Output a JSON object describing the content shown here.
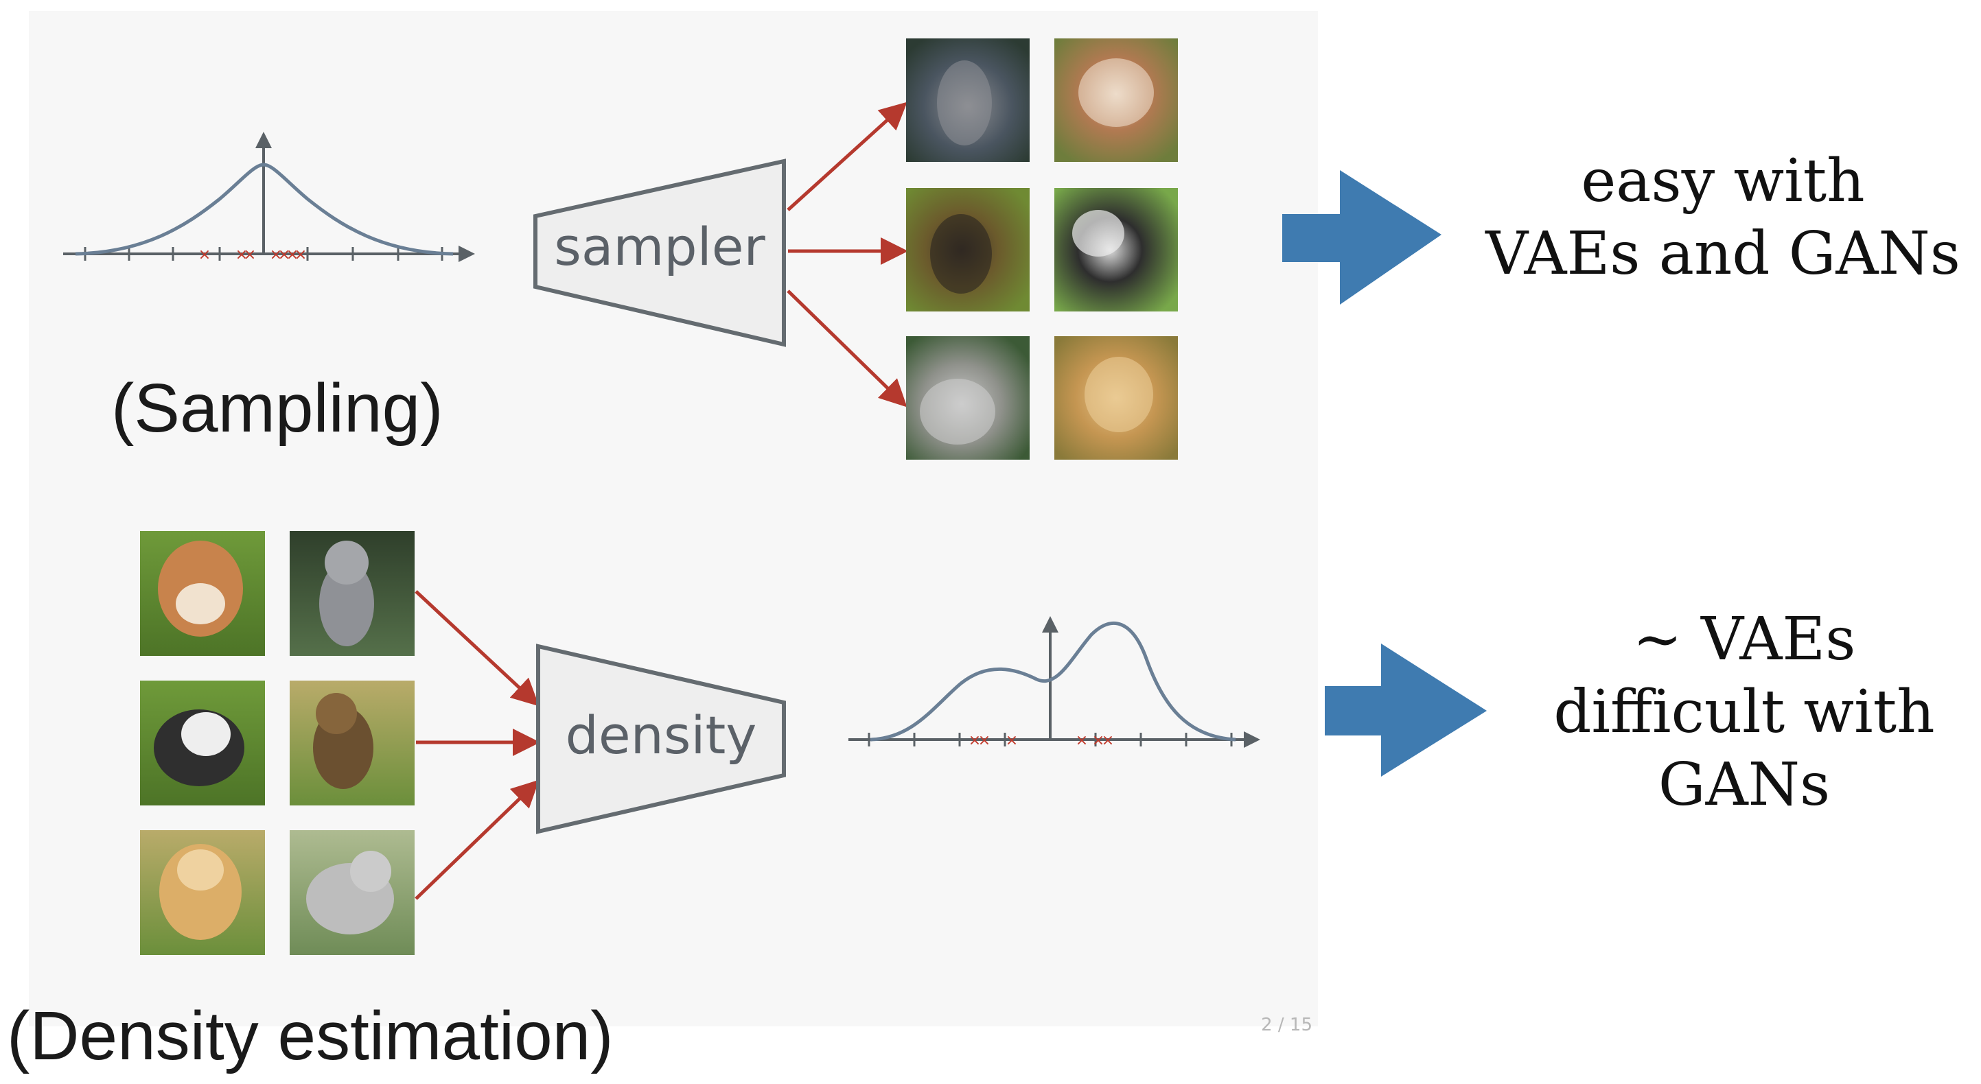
{
  "sampling": {
    "box_label": "sampler",
    "caption": "(Sampling)",
    "result_lines": [
      "easy with",
      "VAEs and GANs"
    ],
    "sample_images": [
      "cat-sample",
      "bulldog-sample",
      "kitten-sample",
      "husky-sample",
      "gray-kitten-sample",
      "golden-puppy-sample"
    ]
  },
  "density": {
    "box_label": "density",
    "caption": "(Density estimation)",
    "result_lines": [
      "~ VAEs",
      "difficult with",
      "GANs"
    ],
    "input_images": [
      "bulldog-photo",
      "cat-photo",
      "husky-photo",
      "kitten-photo",
      "golden-puppy-photo",
      "gray-kitten-photo"
    ]
  },
  "slide_number": "2 / 15",
  "colors": {
    "panel_bg": "#f7f7f7",
    "box_fill": "#eeeeee",
    "box_stroke": "#646b70",
    "axis": "#5a6166",
    "curve": "#6a7f95",
    "red_arrow": "#b5392e",
    "marker": "#c0392b",
    "big_arrow": "#3f7bb0",
    "text": "#111111"
  },
  "icons": {
    "big_arrow": "right-arrow-icon",
    "red_arrow": "arrow-icon"
  }
}
